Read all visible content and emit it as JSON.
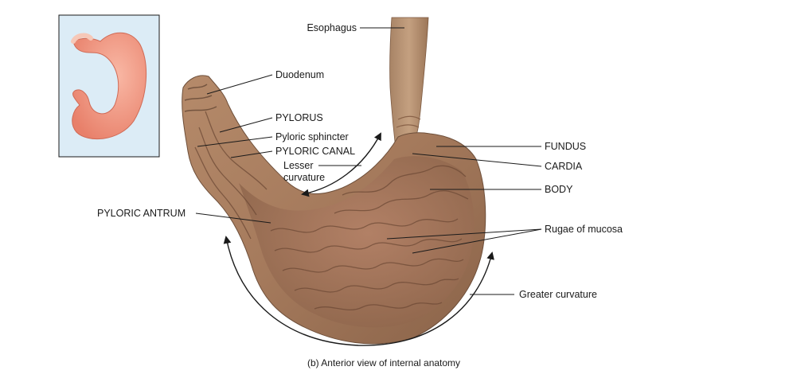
{
  "labels": {
    "esophagus": "Esophagus",
    "duodenum": "Duodenum",
    "pylorus": "PYLORUS",
    "pyloric_sphincter": "Pyloric sphincter",
    "pyloric_canal": "PYLORIC CANAL",
    "lesser_curvature_line1": "Lesser",
    "lesser_curvature_line2": "curvature",
    "fundus": "FUNDUS",
    "cardia": "CARDIA",
    "body": "BODY",
    "pyloric_antrum": "PYLORIC ANTRUM",
    "rugae": "Rugae of mucosa",
    "greater_curvature": "Greater curvature"
  },
  "caption": "(b) Anterior view of internal anatomy",
  "colors": {
    "tissue": "#a87c5f",
    "tissue_dark": "#7d5a41",
    "inset_bg": "#dcecf6",
    "inset_stomach": "#f2957e"
  }
}
